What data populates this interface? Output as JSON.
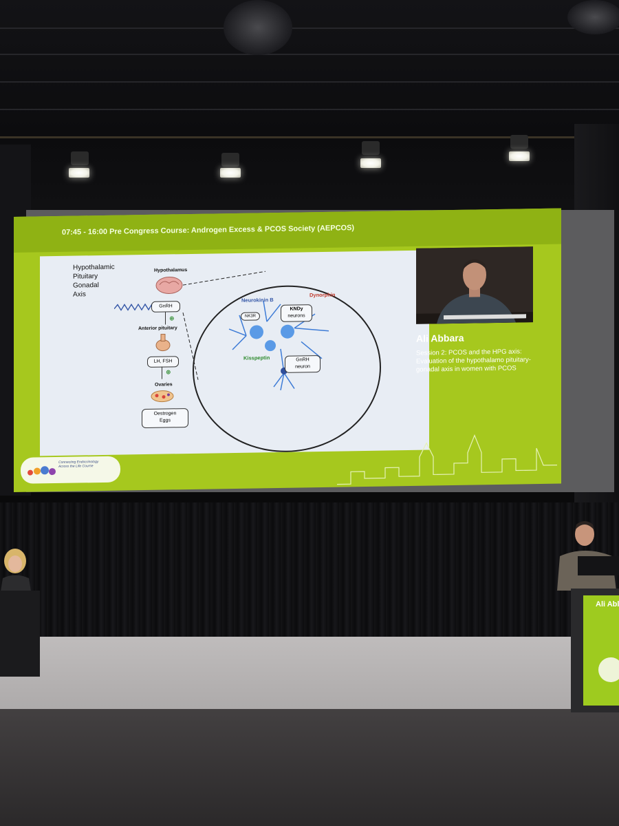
{
  "slide": {
    "header": "07:45 - 16:00   Pre Congress Course: Androgen Excess & PCOS Society (AEPCOS)",
    "hpg_words": [
      "Hypothalamic",
      "Pituitary",
      "Gonadal",
      "Axis"
    ],
    "diagram": {
      "hypothalamus": "Hypothalamus",
      "gnrh": "GnRH",
      "anterior_pituitary": "Anterior pituitary",
      "lh_fsh": "LH, FSH",
      "ovaries": "Ovaries",
      "oestrogen": "Oestrogen",
      "eggs": "Eggs",
      "neurokinin_b": "Neurokinin B",
      "dynorphin": "Dynorphin",
      "nk3r": "NK3R",
      "kndy": "KNDy",
      "neurons": "neurons",
      "kisspeptin": "Kisspeptin",
      "gnrh_neuron": "GnRH",
      "neuron": "neuron"
    },
    "speaker_name": "Ali Abbara",
    "session_text": "Session 2: PCOS and the HPG axis: Evaluation of the hypothalamo pituitary-gonadal axis in women with PCOS",
    "logo_line1": "Connecting Endocrinology",
    "logo_line2": "Across the Life Course"
  },
  "podium": {
    "sign_text": "Ali Abl"
  },
  "colors": {
    "slide_green": "#a6c81e",
    "red_label": "#c0392b",
    "green_label": "#2e8b2e"
  }
}
